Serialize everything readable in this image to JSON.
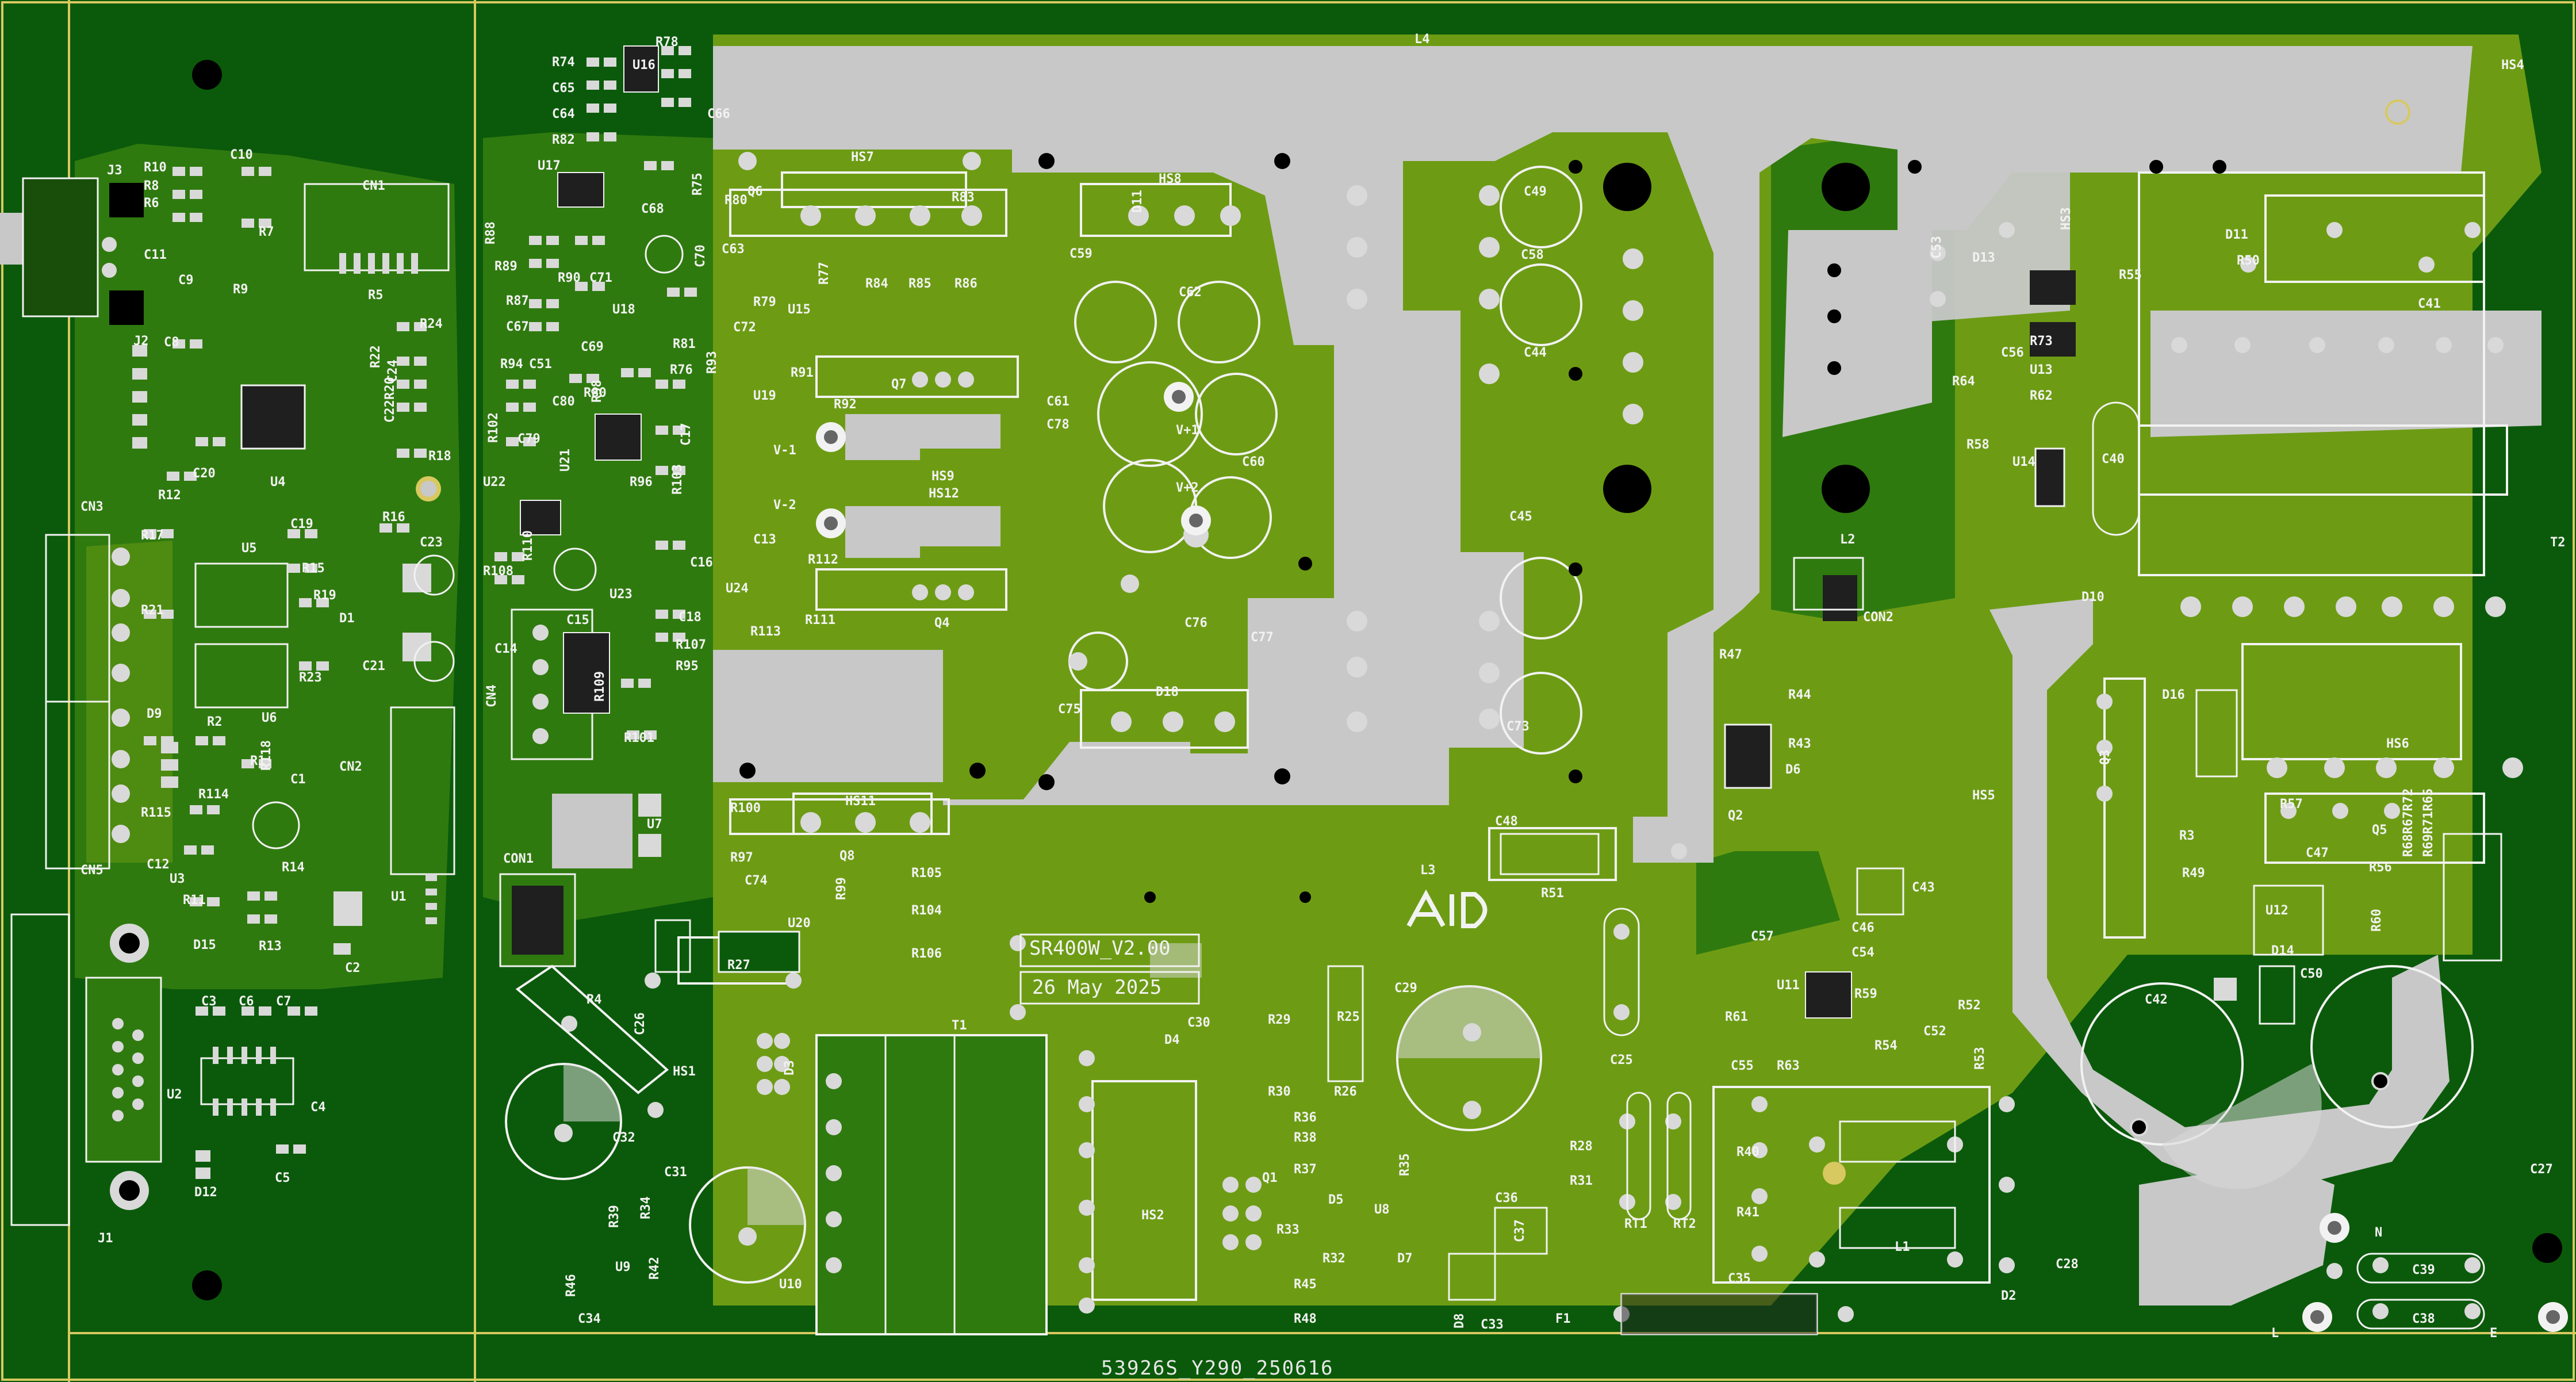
{
  "board": {
    "version_text": "SR400W_V2.00",
    "date_text": "26 May 2025",
    "serial_text": "53926S_Y290_250616",
    "logo_text": "AID",
    "colors": {
      "substrate": "#0b5a0b",
      "copper_fill": "#6d9c14",
      "copper_dark": "#2f7a0f",
      "exposed_copper": "#c8c8c8",
      "silkscreen": "#f2f2f2",
      "pad": "#d9d9d9",
      "drill": "#000000",
      "outline": "#d8c860"
    }
  },
  "labels": [
    {
      "id": "J3",
      "t": "J3"
    },
    {
      "id": "R10",
      "t": "R10"
    },
    {
      "id": "C10",
      "t": "C10"
    },
    {
      "id": "R8",
      "t": "R8"
    },
    {
      "id": "R6",
      "t": "R6"
    },
    {
      "id": "R7",
      "t": "R7"
    },
    {
      "id": "C11",
      "t": "C11"
    },
    {
      "id": "C9",
      "t": "C9"
    },
    {
      "id": "R9",
      "t": "R9"
    },
    {
      "id": "CN1a",
      "t": "CN1"
    },
    {
      "id": "R5",
      "t": "R5"
    },
    {
      "id": "J2",
      "t": "J2"
    },
    {
      "id": "C8",
      "t": "C8"
    },
    {
      "id": "R22",
      "t": "R22"
    },
    {
      "id": "R24",
      "t": "R24"
    },
    {
      "id": "C24",
      "t": "C24"
    },
    {
      "id": "R20",
      "t": "R20"
    },
    {
      "id": "C22",
      "t": "C22"
    },
    {
      "id": "R18",
      "t": "R18"
    },
    {
      "id": "R12",
      "t": "R12"
    },
    {
      "id": "C20",
      "t": "C20"
    },
    {
      "id": "U4",
      "t": "U4"
    },
    {
      "id": "CN3",
      "t": "CN3"
    },
    {
      "id": "R17",
      "t": "R17"
    },
    {
      "id": "U5",
      "t": "U5"
    },
    {
      "id": "C19",
      "t": "C19"
    },
    {
      "id": "R16",
      "t": "R16"
    },
    {
      "id": "C23",
      "t": "C23"
    },
    {
      "id": "R15",
      "t": "R15"
    },
    {
      "id": "R19",
      "t": "R19"
    },
    {
      "id": "R21",
      "t": "R21"
    },
    {
      "id": "D1",
      "t": "D1"
    },
    {
      "id": "C21",
      "t": "C21"
    },
    {
      "id": "R23",
      "t": "R23"
    },
    {
      "id": "U6",
      "t": "U6"
    },
    {
      "id": "D9",
      "t": "D9"
    },
    {
      "id": "R2",
      "t": "R2"
    },
    {
      "id": "R1",
      "t": "R1"
    },
    {
      "id": "R114",
      "t": "R114"
    },
    {
      "id": "R115",
      "t": "R115"
    },
    {
      "id": "R118",
      "t": "R118"
    },
    {
      "id": "C1",
      "t": "C1"
    },
    {
      "id": "CN2",
      "t": "CN2"
    },
    {
      "id": "C12",
      "t": "C12"
    },
    {
      "id": "U3",
      "t": "U3"
    },
    {
      "id": "R14",
      "t": "R14"
    },
    {
      "id": "CN5",
      "t": "CN5"
    },
    {
      "id": "R11",
      "t": "R11"
    },
    {
      "id": "D15",
      "t": "D15"
    },
    {
      "id": "R13",
      "t": "R13"
    },
    {
      "id": "U1",
      "t": "U1"
    },
    {
      "id": "C2",
      "t": "C2"
    },
    {
      "id": "C3",
      "t": "C3"
    },
    {
      "id": "C6",
      "t": "C6"
    },
    {
      "id": "C7",
      "t": "C7"
    },
    {
      "id": "U2",
      "t": "U2"
    },
    {
      "id": "C4",
      "t": "C4"
    },
    {
      "id": "C5",
      "t": "C5"
    },
    {
      "id": "D12",
      "t": "D12"
    },
    {
      "id": "J1",
      "t": "J1"
    },
    {
      "id": "R74",
      "t": "R74"
    },
    {
      "id": "R78",
      "t": "R78"
    },
    {
      "id": "C65",
      "t": "C65"
    },
    {
      "id": "U16",
      "t": "U16"
    },
    {
      "id": "C64",
      "t": "C64"
    },
    {
      "id": "C66",
      "t": "C66"
    },
    {
      "id": "R82",
      "t": "R82"
    },
    {
      "id": "U17",
      "t": "U17"
    },
    {
      "id": "C68",
      "t": "C68"
    },
    {
      "id": "R75",
      "t": "R75"
    },
    {
      "id": "R88",
      "t": "R88"
    },
    {
      "id": "R89",
      "t": "R89"
    },
    {
      "id": "R90",
      "t": "R90"
    },
    {
      "id": "C71",
      "t": "C71"
    },
    {
      "id": "C70",
      "t": "C70"
    },
    {
      "id": "R87",
      "t": "R87"
    },
    {
      "id": "U18",
      "t": "U18"
    },
    {
      "id": "C67",
      "t": "C67"
    },
    {
      "id": "R81",
      "t": "R81"
    },
    {
      "id": "R94",
      "t": "R94"
    },
    {
      "id": "C51",
      "t": "C51"
    },
    {
      "id": "C69",
      "t": "C69"
    },
    {
      "id": "R76",
      "t": "R76"
    },
    {
      "id": "R80b",
      "t": "R80"
    },
    {
      "id": "C80",
      "t": "C80"
    },
    {
      "id": "R102",
      "t": "R102"
    },
    {
      "id": "C79",
      "t": "C79"
    },
    {
      "id": "R96",
      "t": "R96"
    },
    {
      "id": "R103",
      "t": "R103"
    },
    {
      "id": "C17",
      "t": "C17"
    },
    {
      "id": "R98",
      "t": "R98"
    },
    {
      "id": "U21",
      "t": "U21"
    },
    {
      "id": "U22",
      "t": "U22"
    },
    {
      "id": "R110",
      "t": "R110"
    },
    {
      "id": "R108",
      "t": "R108"
    },
    {
      "id": "C16",
      "t": "C16"
    },
    {
      "id": "C14",
      "t": "C14"
    },
    {
      "id": "C15",
      "t": "C15"
    },
    {
      "id": "U23",
      "t": "U23"
    },
    {
      "id": "C18",
      "t": "C18"
    },
    {
      "id": "R107",
      "t": "R107"
    },
    {
      "id": "R95",
      "t": "R95"
    },
    {
      "id": "CN4",
      "t": "CN4"
    },
    {
      "id": "R109",
      "t": "R109"
    },
    {
      "id": "R101",
      "t": "R101"
    },
    {
      "id": "U7",
      "t": "U7"
    },
    {
      "id": "CON1",
      "t": "CON1"
    },
    {
      "id": "R4",
      "t": "R4"
    },
    {
      "id": "R27",
      "t": "R27"
    },
    {
      "id": "C26",
      "t": "C26"
    },
    {
      "id": "HS1",
      "t": "HS1"
    },
    {
      "id": "D3",
      "t": "D3"
    },
    {
      "id": "C32",
      "t": "C32"
    },
    {
      "id": "C31",
      "t": "C31"
    },
    {
      "id": "R39",
      "t": "R39"
    },
    {
      "id": "R34",
      "t": "R34"
    },
    {
      "id": "R46",
      "t": "R46"
    },
    {
      "id": "U9",
      "t": "U9"
    },
    {
      "id": "R42",
      "t": "R42"
    },
    {
      "id": "C34",
      "t": "C34"
    },
    {
      "id": "U10",
      "t": "U10"
    },
    {
      "id": "T1",
      "t": "T1"
    },
    {
      "id": "HS7",
      "t": "HS7"
    },
    {
      "id": "R80",
      "t": "R80"
    },
    {
      "id": "Q6",
      "t": "Q6"
    },
    {
      "id": "C63",
      "t": "C63"
    },
    {
      "id": "R77",
      "t": "R77"
    },
    {
      "id": "R79",
      "t": "R79"
    },
    {
      "id": "U15",
      "t": "U15"
    },
    {
      "id": "C72",
      "t": "C72"
    },
    {
      "id": "R84",
      "t": "R84"
    },
    {
      "id": "R85",
      "t": "R85"
    },
    {
      "id": "R86",
      "t": "R86"
    },
    {
      "id": "R83",
      "t": "R83"
    },
    {
      "id": "R93",
      "t": "R93"
    },
    {
      "id": "R91",
      "t": "R91"
    },
    {
      "id": "U19",
      "t": "U19"
    },
    {
      "id": "R92",
      "t": "R92"
    },
    {
      "id": "Q7",
      "t": "Q7"
    },
    {
      "id": "HS8",
      "t": "HS8"
    },
    {
      "id": "D11",
      "t": "D11"
    },
    {
      "id": "C59",
      "t": "C59"
    },
    {
      "id": "C62",
      "t": "C62"
    },
    {
      "id": "C61",
      "t": "C61"
    },
    {
      "id": "C78",
      "t": "C78"
    },
    {
      "id": "V1a",
      "t": "V+1"
    },
    {
      "id": "V1b",
      "t": "V-1"
    },
    {
      "id": "C60",
      "t": "C60"
    },
    {
      "id": "HS9",
      "t": "HS9"
    },
    {
      "id": "V2a",
      "t": "V+2"
    },
    {
      "id": "V2b",
      "t": "V-2"
    },
    {
      "id": "HS12",
      "t": "HS12"
    },
    {
      "id": "C13",
      "t": "C13"
    },
    {
      "id": "R112",
      "t": "R112"
    },
    {
      "id": "U24",
      "t": "U24"
    },
    {
      "id": "R111",
      "t": "R111"
    },
    {
      "id": "R113",
      "t": "R113"
    },
    {
      "id": "Q4",
      "t": "Q4"
    },
    {
      "id": "C76",
      "t": "C76"
    },
    {
      "id": "C77",
      "t": "C77"
    },
    {
      "id": "C75",
      "t": "C75"
    },
    {
      "id": "D18",
      "t": "D18"
    },
    {
      "id": "R100",
      "t": "R100"
    },
    {
      "id": "HS11",
      "t": "HS11"
    },
    {
      "id": "R97",
      "t": "R97"
    },
    {
      "id": "Q8",
      "t": "Q8"
    },
    {
      "id": "R99",
      "t": "R99"
    },
    {
      "id": "C74",
      "t": "C74"
    },
    {
      "id": "U20",
      "t": "U20"
    },
    {
      "id": "R105",
      "t": "R105"
    },
    {
      "id": "R104",
      "t": "R104"
    },
    {
      "id": "R106",
      "t": "R106"
    },
    {
      "id": "L4",
      "t": "L4"
    },
    {
      "id": "HS4",
      "t": "HS4"
    },
    {
      "id": "C49",
      "t": "C49"
    },
    {
      "id": "C58",
      "t": "C58"
    },
    {
      "id": "C44",
      "t": "C44"
    },
    {
      "id": "C45",
      "t": "C45"
    },
    {
      "id": "C73",
      "t": "C73"
    },
    {
      "id": "C48",
      "t": "C48"
    },
    {
      "id": "L3",
      "t": "L3"
    },
    {
      "id": "R51",
      "t": "R51"
    },
    {
      "id": "C53",
      "t": "C53"
    },
    {
      "id": "D13",
      "t": "D13"
    },
    {
      "id": "HS3",
      "t": "HS3"
    },
    {
      "id": "R55",
      "t": "R55"
    },
    {
      "id": "D11b",
      "t": "D11"
    },
    {
      "id": "R50",
      "t": "R50"
    },
    {
      "id": "C41",
      "t": "C41"
    },
    {
      "id": "C56",
      "t": "C56"
    },
    {
      "id": "R73",
      "t": "R73"
    },
    {
      "id": "U13",
      "t": "U13"
    },
    {
      "id": "R64",
      "t": "R64"
    },
    {
      "id": "R62",
      "t": "R62"
    },
    {
      "id": "R58",
      "t": "R58"
    },
    {
      "id": "U14",
      "t": "U14"
    },
    {
      "id": "C40",
      "t": "C40"
    },
    {
      "id": "T2",
      "t": "T2"
    },
    {
      "id": "L2",
      "t": "L2"
    },
    {
      "id": "CON2",
      "t": "CON2"
    },
    {
      "id": "D10",
      "t": "D10"
    },
    {
      "id": "R47",
      "t": "R47"
    },
    {
      "id": "R44",
      "t": "R44"
    },
    {
      "id": "R43",
      "t": "R43"
    },
    {
      "id": "D6",
      "t": "D6"
    },
    {
      "id": "Q2",
      "t": "Q2"
    },
    {
      "id": "D16",
      "t": "D16"
    },
    {
      "id": "HS6",
      "t": "HS6"
    },
    {
      "id": "Q3",
      "t": "Q3"
    },
    {
      "id": "HS5",
      "t": "HS5"
    },
    {
      "id": "R57",
      "t": "R57"
    },
    {
      "id": "Q5",
      "t": "Q5"
    },
    {
      "id": "R3",
      "t": "R3"
    },
    {
      "id": "R49",
      "t": "R49"
    },
    {
      "id": "C47",
      "t": "C47"
    },
    {
      "id": "R56",
      "t": "R56"
    },
    {
      "id": "U12",
      "t": "U12"
    },
    {
      "id": "R60",
      "t": "R60"
    },
    {
      "id": "D14",
      "t": "D14"
    },
    {
      "id": "C50",
      "t": "C50"
    },
    {
      "id": "C42",
      "t": "C42"
    },
    {
      "id": "C27",
      "t": "C27"
    },
    {
      "id": "C28",
      "t": "C28"
    },
    {
      "id": "C43",
      "t": "C43"
    },
    {
      "id": "C57",
      "t": "C57"
    },
    {
      "id": "C46",
      "t": "C46"
    },
    {
      "id": "C54",
      "t": "C54"
    },
    {
      "id": "U11",
      "t": "U11"
    },
    {
      "id": "R59",
      "t": "R59"
    },
    {
      "id": "R52",
      "t": "R52"
    },
    {
      "id": "R61",
      "t": "R61"
    },
    {
      "id": "R54",
      "t": "R54"
    },
    {
      "id": "C52",
      "t": "C52"
    },
    {
      "id": "C55",
      "t": "C55"
    },
    {
      "id": "R63",
      "t": "R63"
    },
    {
      "id": "R53",
      "t": "R53"
    },
    {
      "id": "C25",
      "t": "C25"
    },
    {
      "id": "R40",
      "t": "R40"
    },
    {
      "id": "R41",
      "t": "R41"
    },
    {
      "id": "L1",
      "t": "L1"
    },
    {
      "id": "RT1",
      "t": "RT1"
    },
    {
      "id": "RT2",
      "t": "RT2"
    },
    {
      "id": "C35",
      "t": "C35"
    },
    {
      "id": "D2",
      "t": "D2"
    },
    {
      "id": "F1",
      "t": "F1"
    },
    {
      "id": "C39",
      "t": "C39"
    },
    {
      "id": "C38",
      "t": "C38"
    },
    {
      "id": "N",
      "t": "N"
    },
    {
      "id": "L",
      "t": "L"
    },
    {
      "id": "E",
      "t": "E"
    },
    {
      "id": "D4",
      "t": "D4"
    },
    {
      "id": "C30",
      "t": "C30"
    },
    {
      "id": "R29",
      "t": "R29"
    },
    {
      "id": "R25",
      "t": "R25"
    },
    {
      "id": "C29",
      "t": "C29"
    },
    {
      "id": "R30",
      "t": "R30"
    },
    {
      "id": "R26",
      "t": "R26"
    },
    {
      "id": "R36",
      "t": "R36"
    },
    {
      "id": "R38",
      "t": "R38"
    },
    {
      "id": "R37",
      "t": "R37"
    },
    {
      "id": "Q1",
      "t": "Q1"
    },
    {
      "id": "HS2",
      "t": "HS2"
    },
    {
      "id": "R33",
      "t": "R33"
    },
    {
      "id": "D5",
      "t": "D5"
    },
    {
      "id": "R32",
      "t": "R32"
    },
    {
      "id": "R35",
      "t": "R35"
    },
    {
      "id": "U8",
      "t": "U8"
    },
    {
      "id": "C36",
      "t": "C36"
    },
    {
      "id": "C37",
      "t": "C37"
    },
    {
      "id": "R28",
      "t": "R28"
    },
    {
      "id": "R31",
      "t": "R31"
    },
    {
      "id": "D7",
      "t": "D7"
    },
    {
      "id": "R45",
      "t": "R45"
    },
    {
      "id": "R48",
      "t": "R48"
    },
    {
      "id": "D8",
      "t": "D8"
    },
    {
      "id": "C33",
      "t": "C33"
    },
    {
      "id": "R68",
      "t": "R68R67R72"
    },
    {
      "id": "R69",
      "t": "R69R71R65"
    }
  ]
}
